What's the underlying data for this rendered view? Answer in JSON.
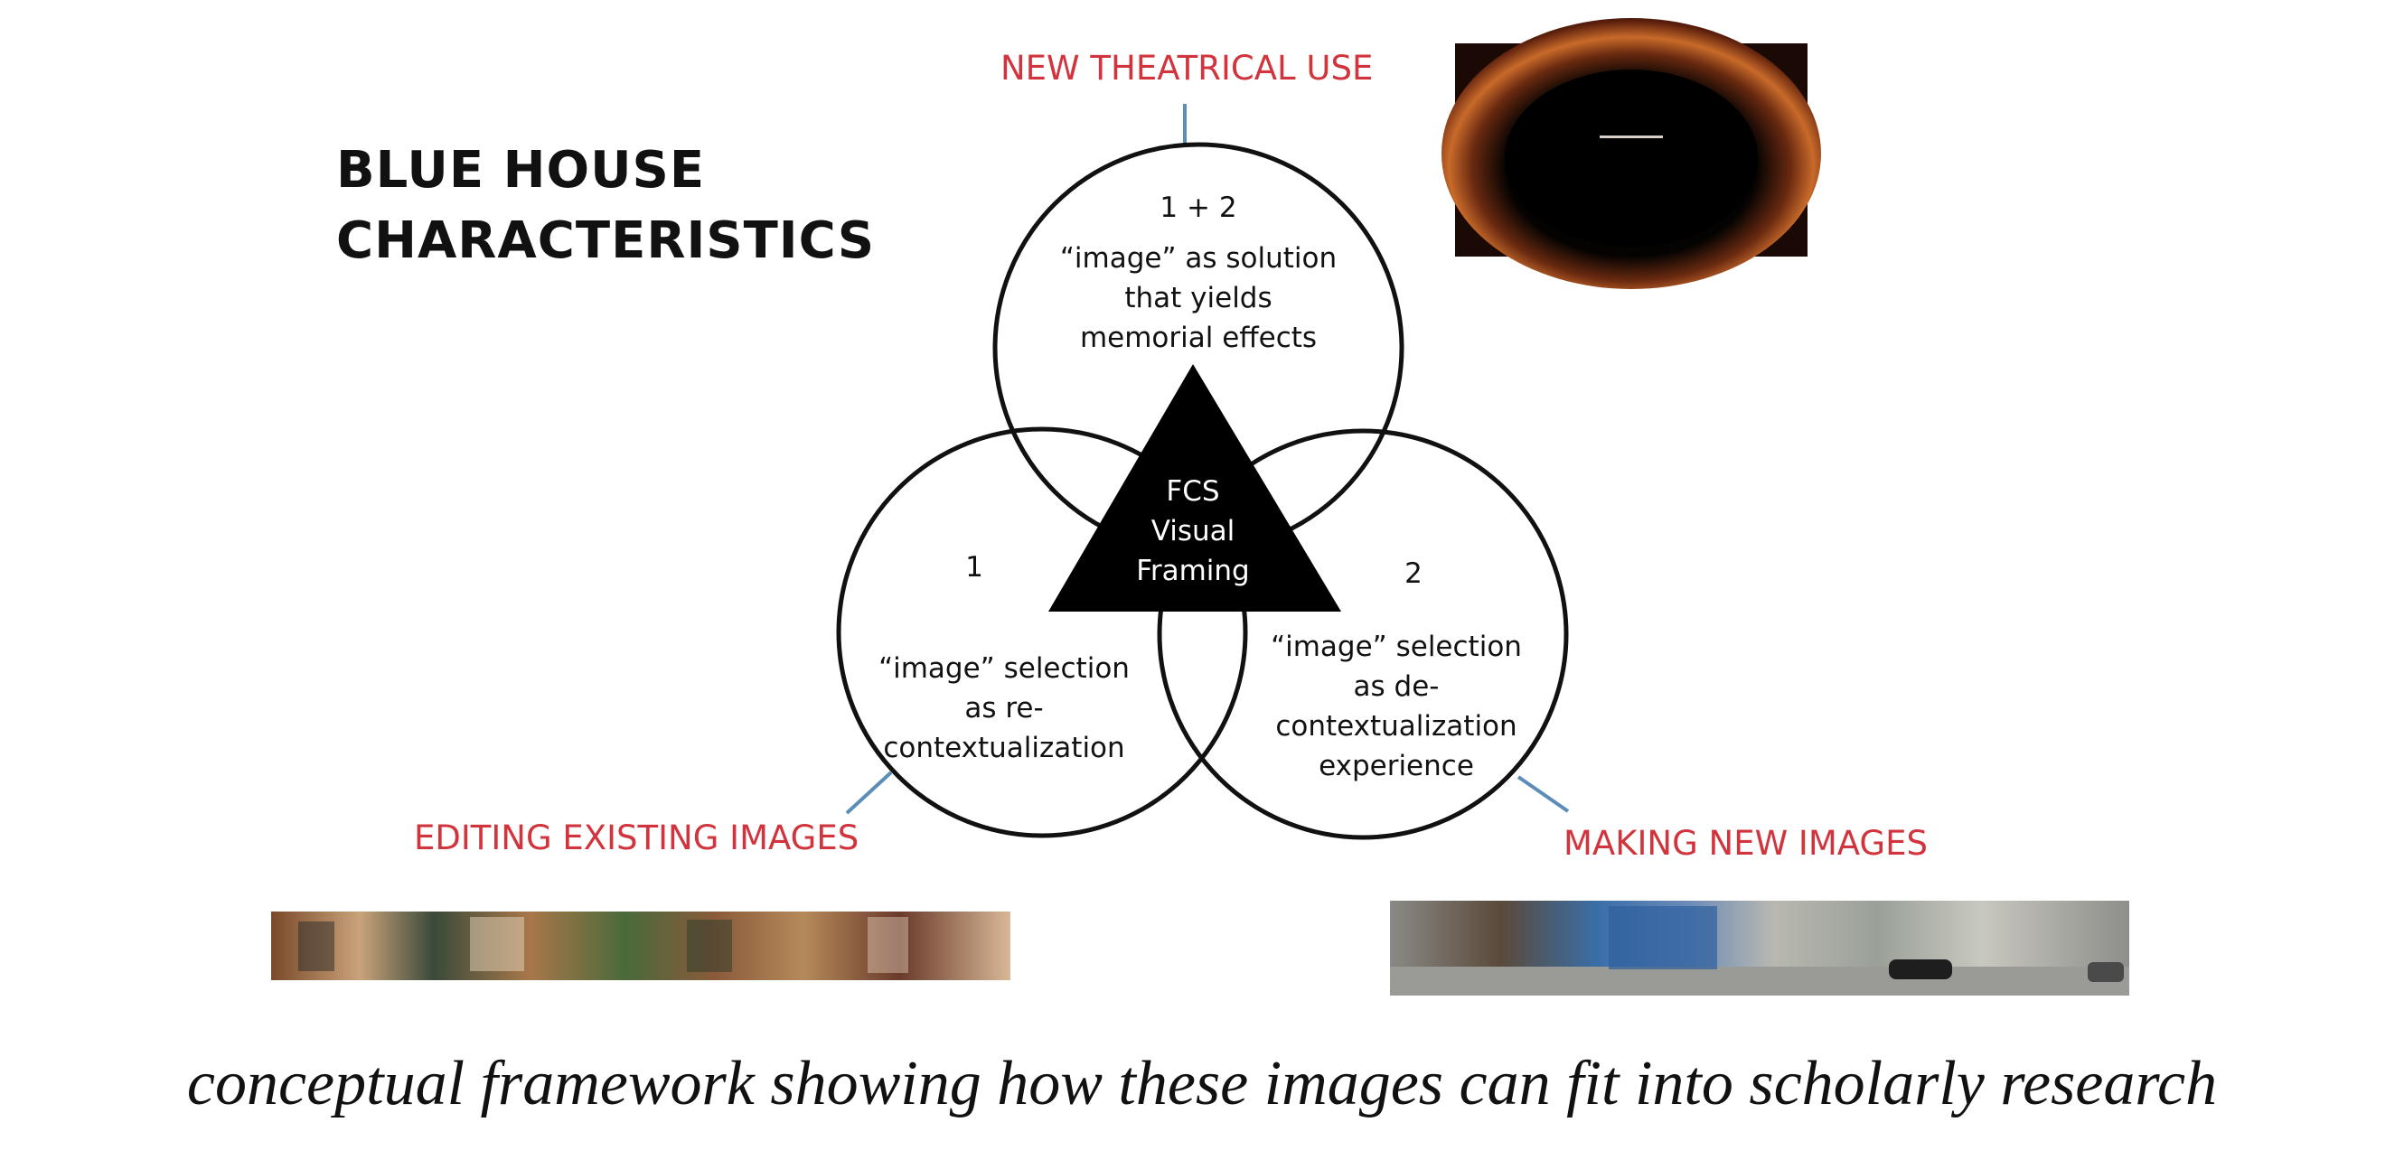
{
  "title": {
    "line1": "BLUE HOUSE",
    "line2": "CHARACTERISTICS"
  },
  "labels": {
    "top": "NEW THEATRICAL USE",
    "left": "EDITING EXISTING IMAGES",
    "right": "MAKING NEW IMAGES"
  },
  "circles": {
    "top": {
      "number": "1 + 2",
      "lines": [
        "“image” as solution",
        "that yields",
        "memorial effects"
      ]
    },
    "left": {
      "number": "1",
      "lines": [
        "“image” selection",
        "as re-",
        "contextualization"
      ]
    },
    "right": {
      "number": "2",
      "lines": [
        "“image” selection",
        "as de-",
        "contextualization",
        "experience"
      ]
    }
  },
  "center": {
    "lines": [
      "FCS",
      "Visual",
      "Framing"
    ]
  },
  "caption": "conceptual framework showing how these images can fit into scholarly research",
  "colors": {
    "label_red": "#d1343c",
    "connector_blue": "#5b8db8",
    "stroke": "#111111",
    "triangle": "#000000"
  },
  "images": {
    "top_right": "theatrical-stage-photo",
    "bottom_left": "shop-interior-panorama",
    "bottom_right": "street-panorama"
  }
}
